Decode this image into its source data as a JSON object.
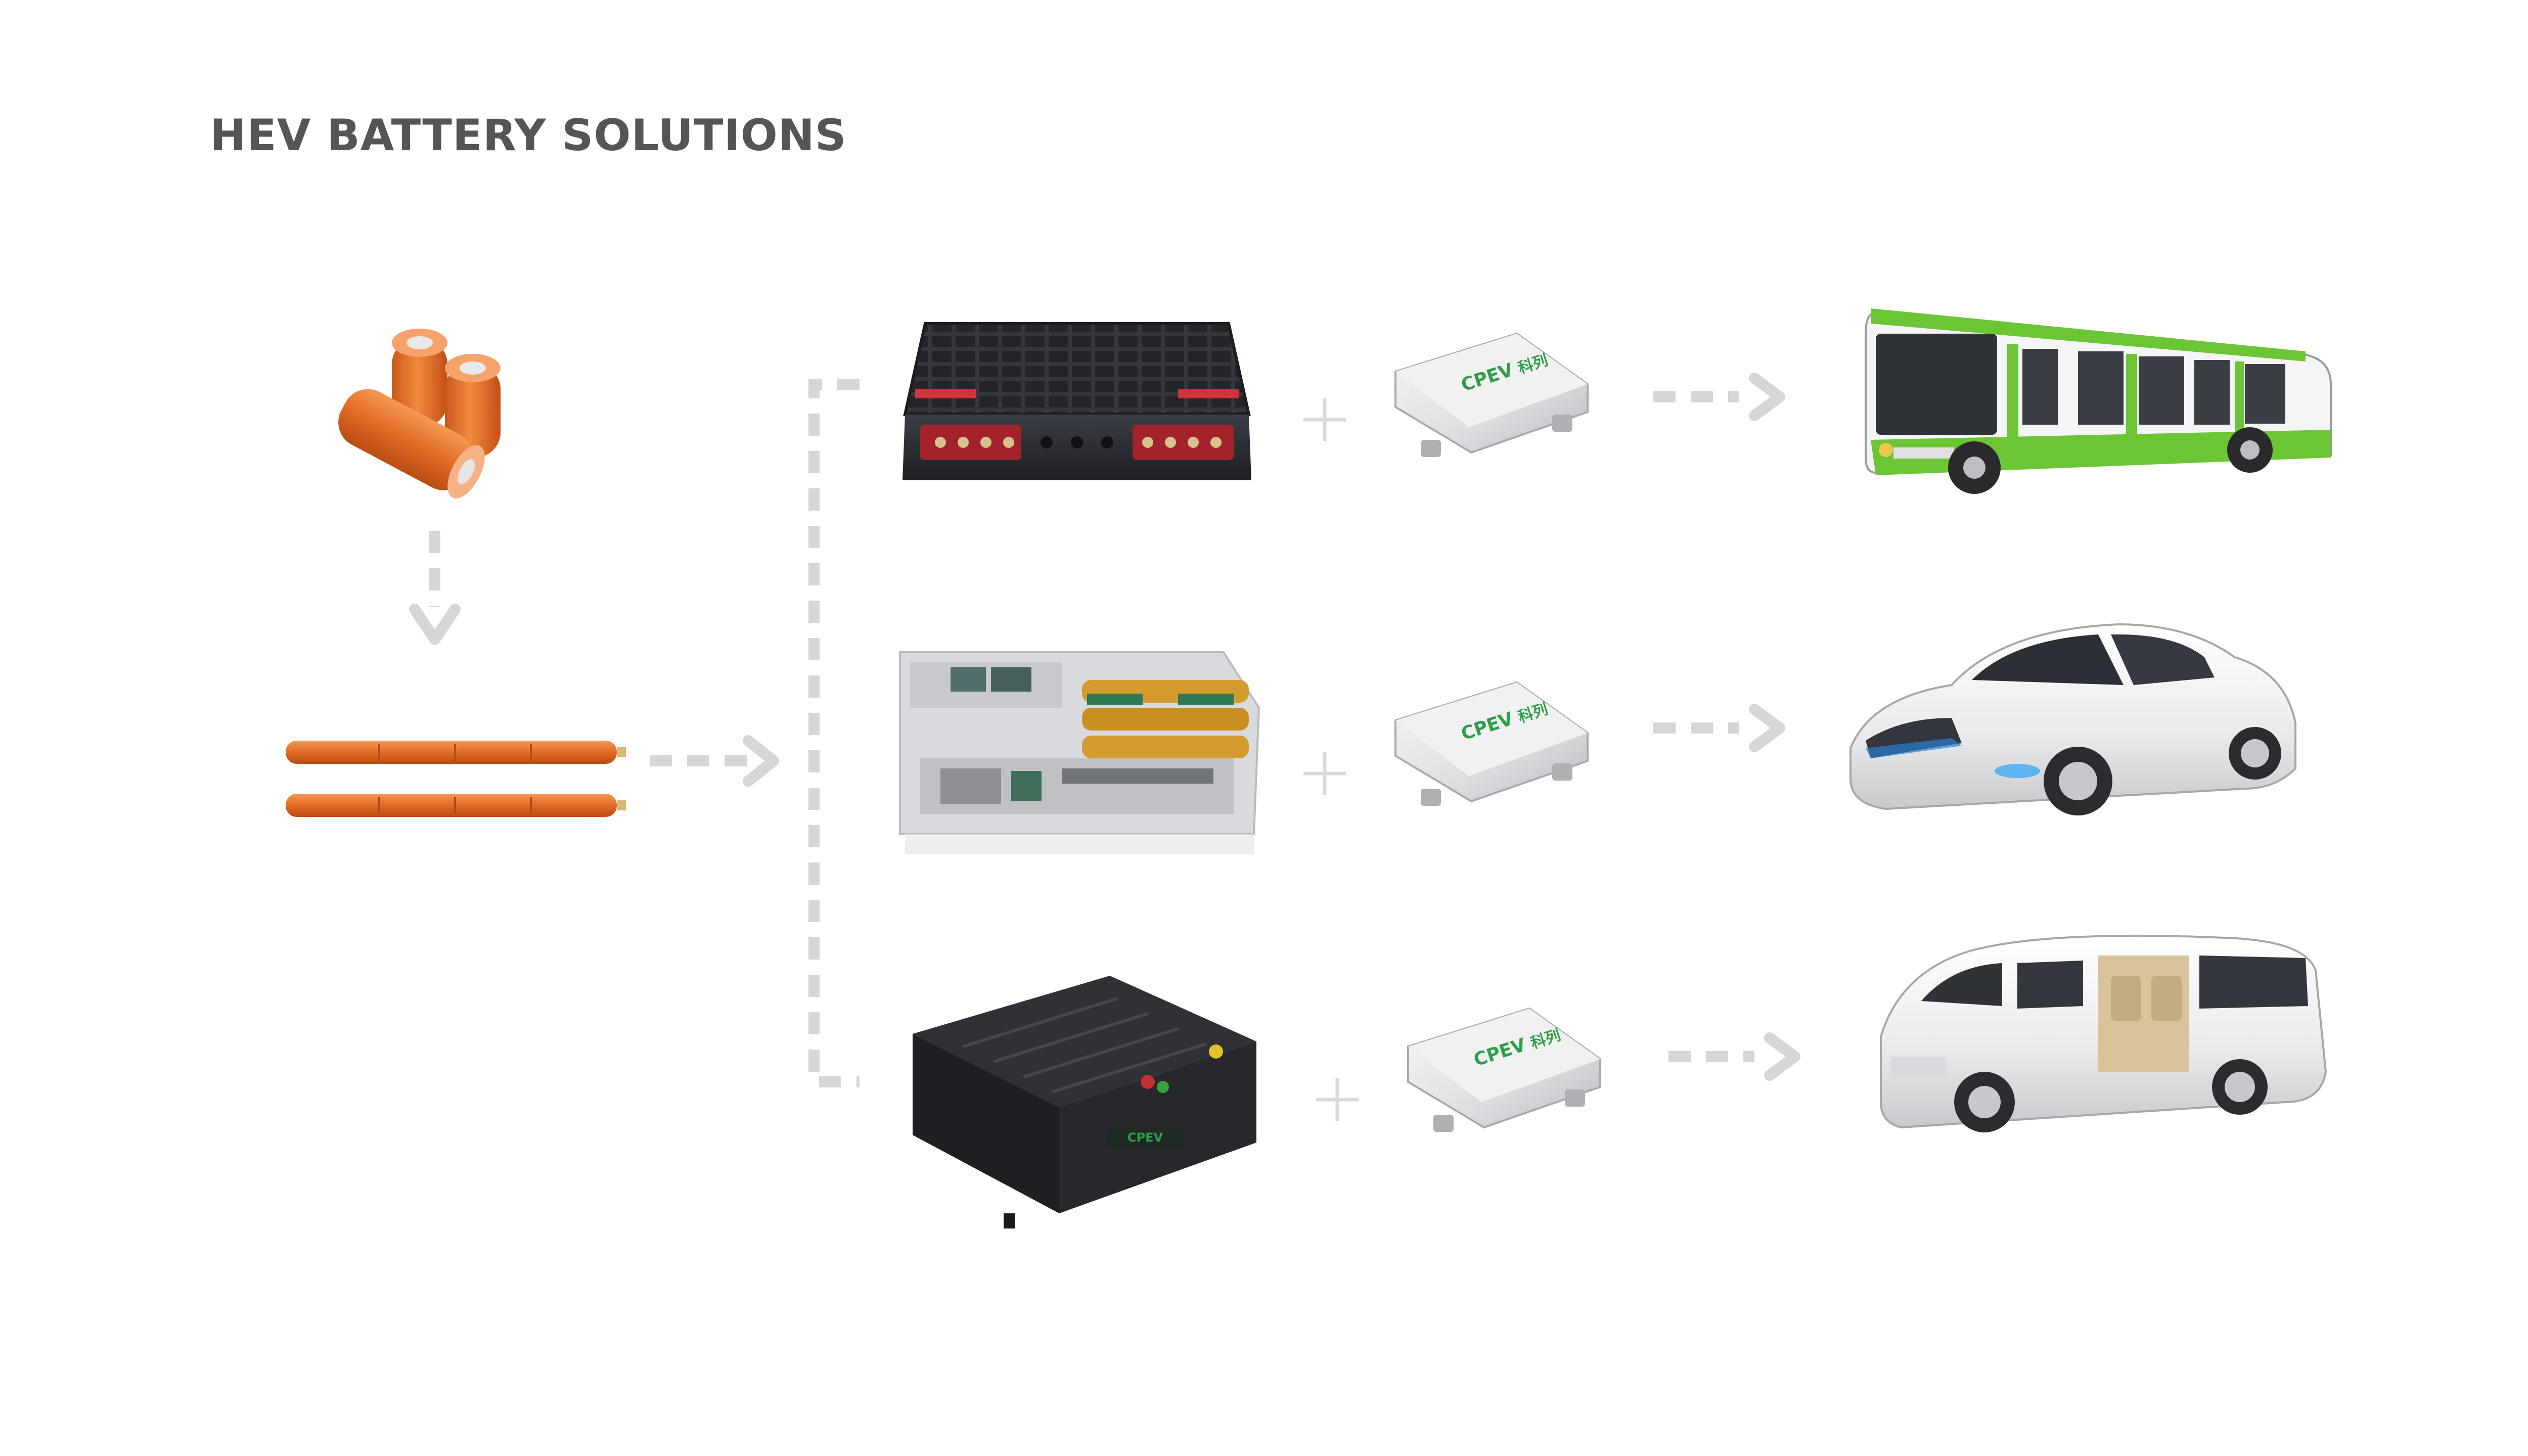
{
  "title": "HEV BATTERY SOLUTIONS",
  "colors": {
    "title": "#555555",
    "connector": "#d6d6d6",
    "cell_orange": "#e8702a",
    "bus_green": "#6cc534",
    "brand_green": "#2f9e4a",
    "pack_dark": "#2c2e33",
    "bms_silver": "#e4e5e8"
  },
  "bms": {
    "brand_latin": "CPEV",
    "brand_cjk": "科列"
  },
  "stages": [
    {
      "name": "cylindrical-cells",
      "icon": "battery-cell-icon"
    },
    {
      "name": "cell-sticks",
      "icon": "battery-stick-icon"
    },
    {
      "name": "battery-packs",
      "icon": "battery-pack-icon"
    },
    {
      "name": "bms-controller",
      "icon": "bms-module-icon"
    },
    {
      "name": "vehicles",
      "icon": "vehicle-icon"
    }
  ],
  "applications": [
    {
      "pack": "grid-battery-pack",
      "vehicle": "city-bus"
    },
    {
      "pack": "hybrid-battery-module",
      "vehicle": "sedan-car"
    },
    {
      "pack": "enclosed-battery-box",
      "vehicle": "minivan"
    }
  ]
}
